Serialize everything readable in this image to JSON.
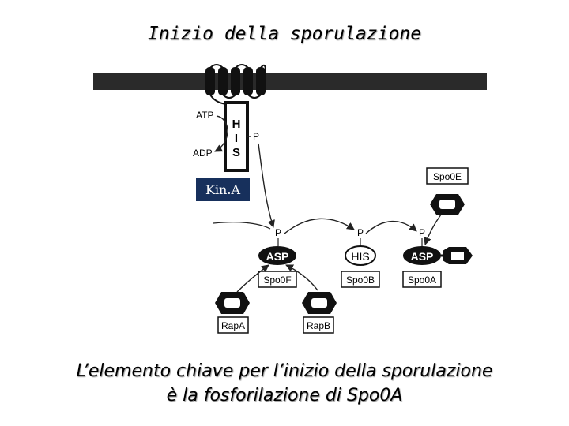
{
  "title": "Inizio della sporulazione",
  "caption": {
    "line1": "L’elemento chiave per l’inizio della sporulazione",
    "line2": "è la fosforilazione di Spo0A"
  },
  "diagram": {
    "kinase_label": "Kin.A",
    "his_letters": [
      "H",
      "I",
      "S"
    ],
    "atp": "ATP",
    "adp": "ADP",
    "phosphate": "P",
    "asp": "ASP",
    "his": "HIS",
    "proteins": {
      "spo0f": "Spo0F",
      "spo0b": "Spo0B",
      "spo0a": "Spo0A",
      "spo0e": "Spo0E",
      "rapa": "RapA",
      "rapb": "RapB"
    }
  }
}
